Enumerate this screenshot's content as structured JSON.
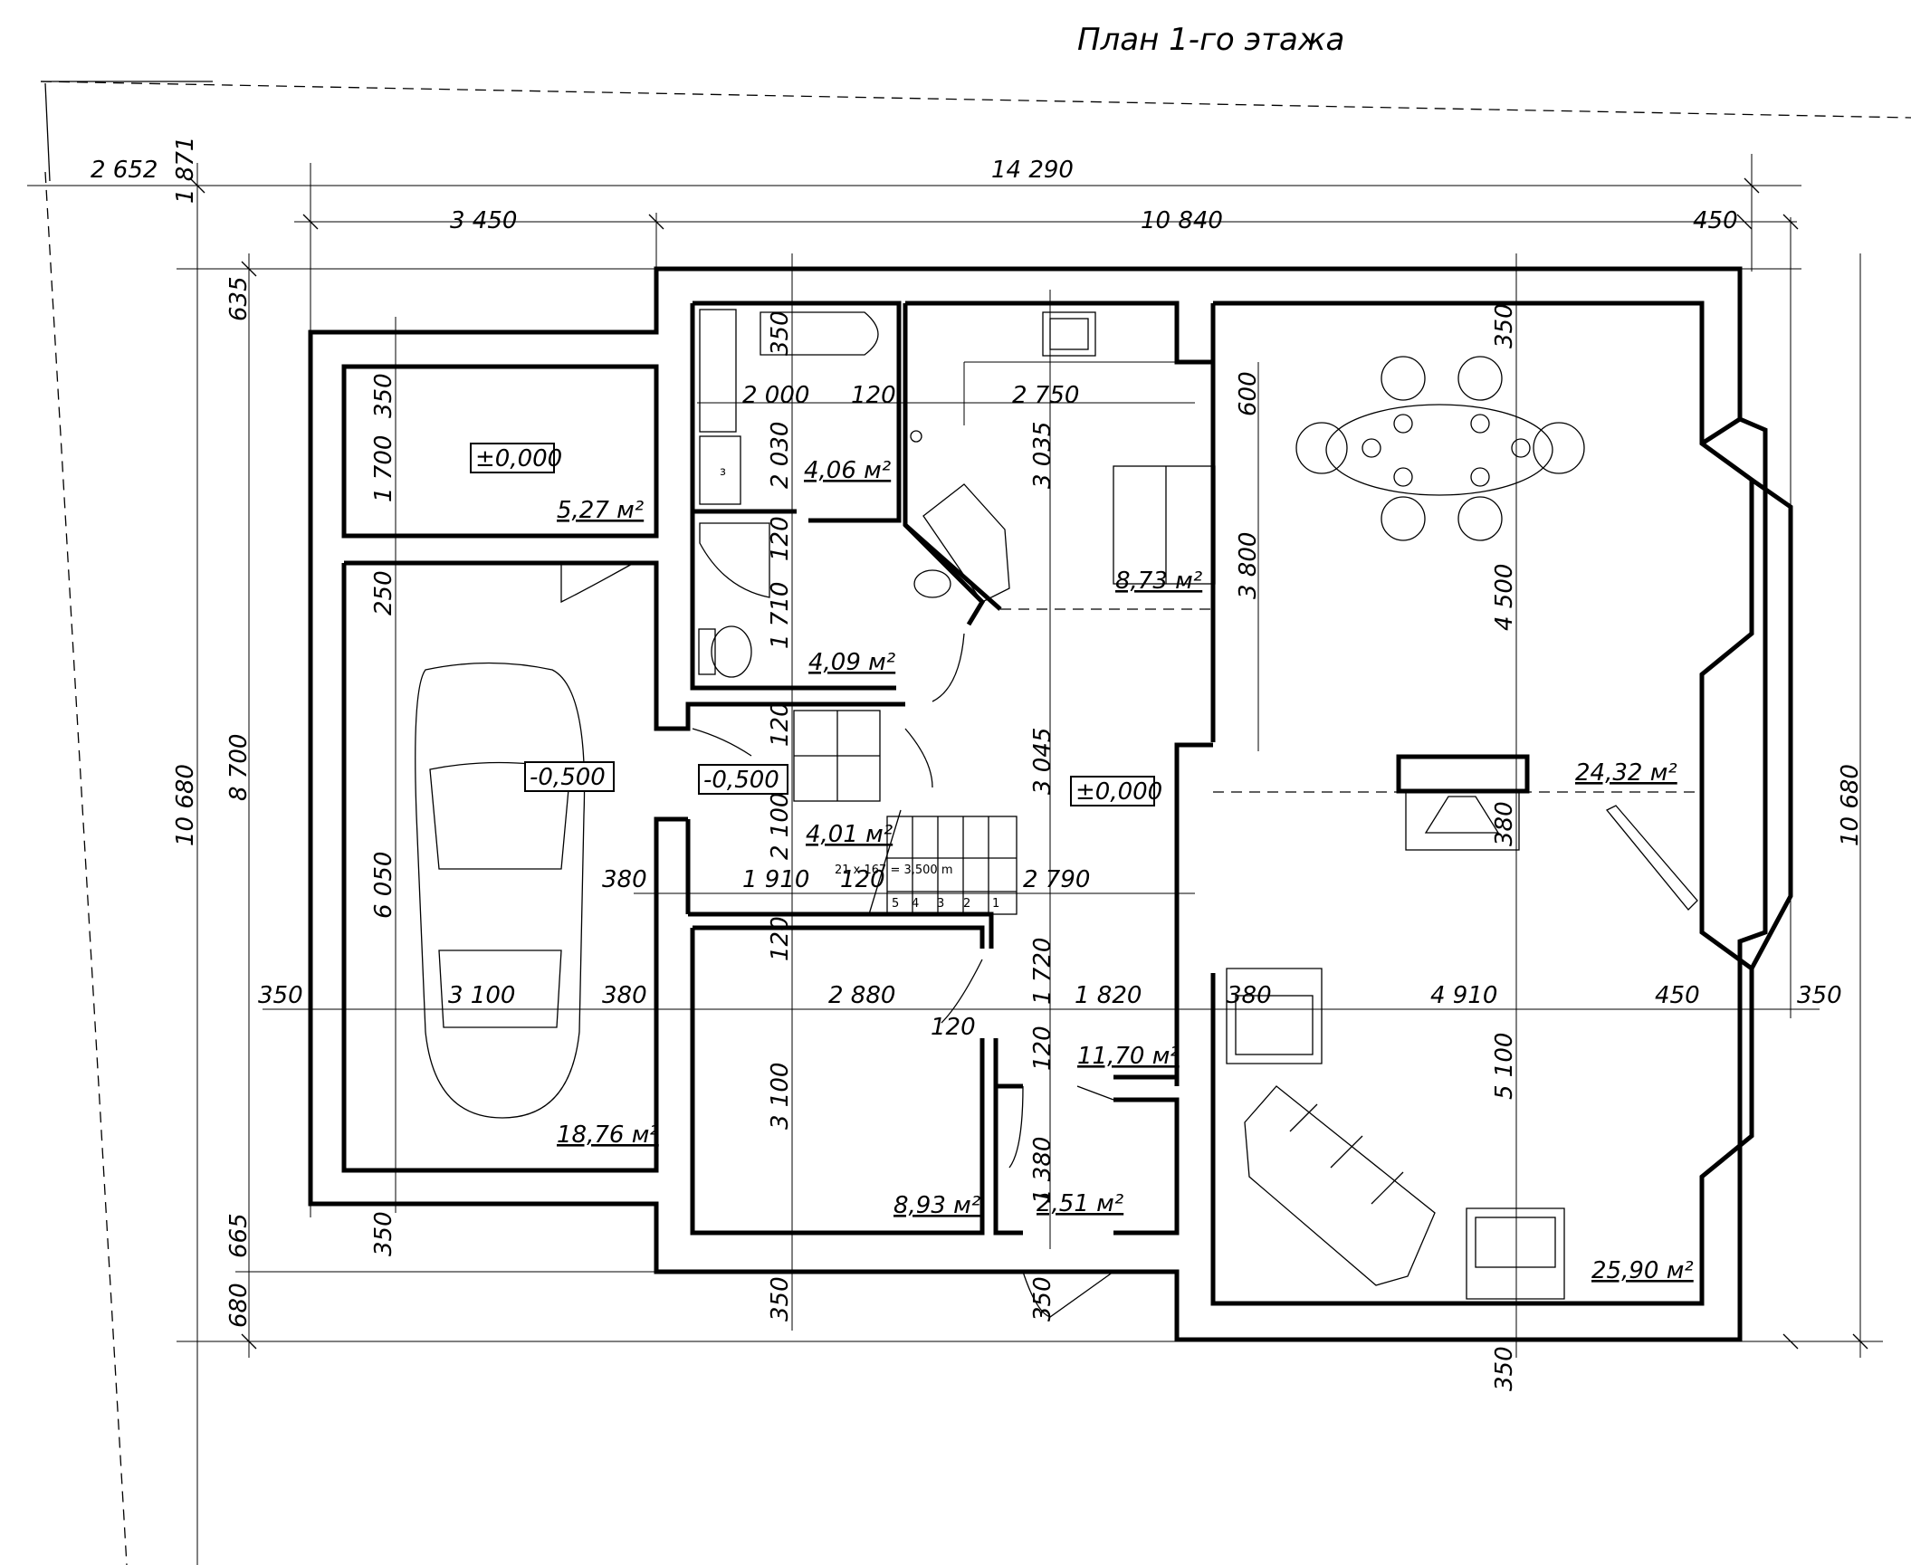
{
  "title": "План 1-го этажа",
  "dimensions": {
    "site_offset_x": "2 652",
    "site_offset_y": "1 871",
    "total_width": "14 290",
    "left_wing_width": "3 450",
    "main_width": "10 840",
    "right_offset": "450",
    "left_total_height": "10 680",
    "right_total_height": "10 680",
    "garage_height": "8 700",
    "top_step": "635",
    "bottom_step_a": "665",
    "bottom_step_b": "680",
    "storage_wall": "350",
    "storage_height": "1 700",
    "garage_wall_top": "250",
    "garage_depth": "6 050",
    "garage_wall_bottom": "350",
    "bath_top": "350",
    "bath_width": "2 000",
    "partition_a": "120",
    "bath_height": "2 030",
    "hall_width": "2 750",
    "hall_height": "3 035",
    "wc_partition": "120",
    "wc_height": "1 710",
    "top_offset": "600",
    "kitchen_height": "3 800",
    "living_top_wall": "350",
    "living_height": "4 500",
    "stair_wall": "120",
    "stair_height": "2 100",
    "stair_run": "1 910",
    "stair_partition": "120",
    "hall_run": "2 790",
    "corridor_depth": "3 045",
    "mid_wall": "380",
    "left_wall": "350",
    "garage_width": "3 100",
    "garage_right_wall": "380",
    "room_width": "2 880",
    "corridor_len": "1 720",
    "vestibule_width": "1 820",
    "living_wall": "380",
    "living_width": "4 910",
    "bay_offset": "450",
    "right_wall": "350",
    "room_partition": "120",
    "room_wall": "120",
    "room_height": "3 100",
    "vestibule_part": "120",
    "vestibule_height": "1 380",
    "entry_wall": "350",
    "bottom_wall": "350",
    "living_bottom": "5 100",
    "bottom_right_wall": "350",
    "fireplace": "380",
    "bath_top_partition": "120"
  },
  "rooms": {
    "storage": "5,27 м²",
    "bathroom": "4,06 м²",
    "wc": "4,09 м²",
    "kitchen": "8,73 м²",
    "living_top": "24,32 м²",
    "stairs": "4,01 м²",
    "garage": "18,76 м²",
    "hall": "11,70 м²",
    "bedroom": "8,93 м²",
    "vestibule": "2,51 м²",
    "living": "25,90 м²"
  },
  "levels": {
    "storage": "±0,000",
    "garage": "-0,500",
    "lobby": "-0,500",
    "hall": "±0,000"
  },
  "stair_note": "21 x 167 = 3,500 m",
  "stair_steps": [
    "5",
    "4",
    "3",
    "2",
    "1"
  ],
  "bath_fixture_label": "з"
}
